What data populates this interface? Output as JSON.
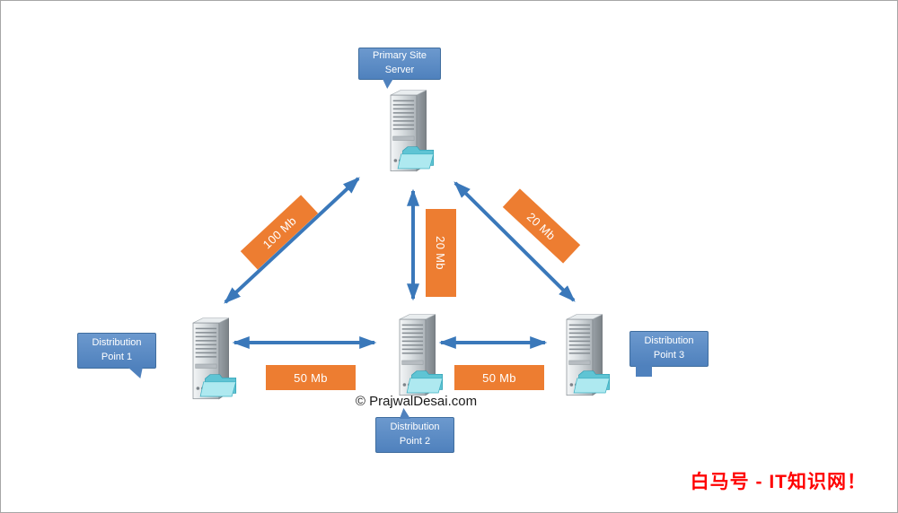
{
  "diagram": {
    "nodes": {
      "primary": {
        "label": "Primary Site\nServer"
      },
      "dp1": {
        "label": "Distribution\nPoint 1"
      },
      "dp2": {
        "label": "Distribution\nPoint 2"
      },
      "dp3": {
        "label": "Distribution\nPoint 3"
      }
    },
    "links": {
      "primary_dp1": {
        "bandwidth": "100 Mb"
      },
      "primary_dp2": {
        "bandwidth": "20 Mb"
      },
      "primary_dp3": {
        "bandwidth": "20 Mb"
      },
      "dp1_dp2": {
        "bandwidth": "50 Mb"
      },
      "dp2_dp3": {
        "bandwidth": "50 Mb"
      }
    },
    "copyright": "© PrajwalDesai.com",
    "watermark": "白马号 - IT知识网！",
    "colors": {
      "callout_blue": "#4f81bd",
      "bandwidth_orange": "#ed7d31",
      "arrow_blue": "#3a78ba",
      "watermark_red": "#ff0000"
    }
  }
}
